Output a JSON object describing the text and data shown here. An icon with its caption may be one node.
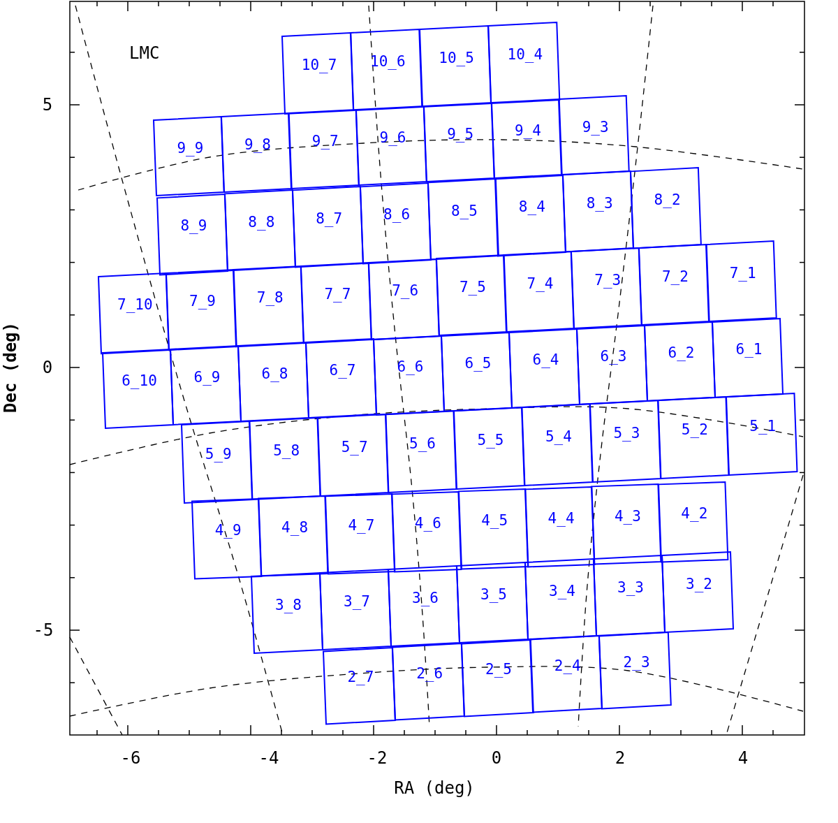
{
  "diagram": {
    "nodes": [
      {
        "text": [
          "10_7"
        ]
      },
      {
        "text": [
          "10_6"
        ]
      },
      {
        "text": [
          "10_5"
        ]
      },
      {
        "text": [
          "10_4"
        ]
      },
      {
        "text": [
          "9_9"
        ]
      },
      {
        "text": [
          "9_8"
        ]
      },
      {
        "text": [
          "9_7"
        ]
      },
      {
        "text": [
          "9_6"
        ]
      },
      {
        "text": [
          "9_5"
        ]
      },
      {
        "text": [
          "9_4"
        ]
      },
      {
        "text": [
          "9_3"
        ]
      },
      {
        "text": [
          "8_9"
        ]
      },
      {
        "text": [
          "8_8"
        ]
      },
      {
        "text": [
          "8_7"
        ]
      },
      {
        "text": [
          "8_6"
        ]
      },
      {
        "text": [
          "8_5"
        ]
      },
      {
        "text": [
          "8_4"
        ]
      },
      {
        "text": [
          "8_3"
        ]
      },
      {
        "text": [
          "8_2"
        ]
      },
      {
        "text": [
          "7_10"
        ]
      },
      {
        "text": [
          "7_9"
        ]
      },
      {
        "text": [
          "7_8"
        ]
      },
      {
        "text": [
          "7_7"
        ]
      },
      {
        "text": [
          "7_6"
        ]
      },
      {
        "text": [
          "7_5"
        ]
      },
      {
        "text": [
          "7_4"
        ]
      },
      {
        "text": [
          "7_3"
        ]
      },
      {
        "text": [
          "7_2"
        ]
      },
      {
        "text": [
          "7_1"
        ]
      },
      {
        "text": [
          "6_10"
        ]
      },
      {
        "text": [
          "6_9"
        ]
      },
      {
        "text": [
          "6_8"
        ]
      },
      {
        "text": [
          "6_7"
        ]
      },
      {
        "text": [
          "6_6"
        ]
      },
      {
        "text": [
          "6_5"
        ]
      },
      {
        "text": [
          "6_4"
        ]
      },
      {
        "text": [
          "6_3"
        ]
      },
      {
        "text": [
          "6_2"
        ]
      },
      {
        "text": [
          "6_1"
        ]
      },
      {
        "text": [
          "5_9"
        ]
      },
      {
        "text": [
          "5_8"
        ]
      },
      {
        "text": [
          "5_7"
        ]
      },
      {
        "text": [
          "5_6"
        ]
      },
      {
        "text": [
          "5_5"
        ]
      },
      {
        "text": [
          "5_4"
        ]
      },
      {
        "text": [
          "5_3"
        ]
      },
      {
        "text": [
          "5_2"
        ]
      },
      {
        "text": [
          "5_1"
        ]
      },
      {
        "text": [
          "4_9"
        ]
      },
      {
        "text": [
          "4_8"
        ]
      },
      {
        "text": [
          "4_7"
        ]
      },
      {
        "text": [
          "4_6"
        ]
      },
      {
        "text": [
          "4_5"
        ]
      },
      {
        "text": [
          "4_4"
        ]
      },
      {
        "text": [
          "4_3"
        ]
      },
      {
        "text": [
          "4_2"
        ]
      },
      {
        "text": [
          "3_8"
        ]
      },
      {
        "text": [
          "3_7"
        ]
      },
      {
        "text": [
          "3_6"
        ]
      },
      {
        "text": [
          "3_5"
        ]
      },
      {
        "text": [
          "3_4"
        ]
      },
      {
        "text": [
          "3_3"
        ]
      },
      {
        "text": [
          "3_2"
        ]
      },
      {
        "text": [
          "2_7"
        ]
      },
      {
        "text": [
          "2_6"
        ]
      },
      {
        "text": [
          "2_5"
        ]
      },
      {
        "text": [
          "2_4"
        ]
      },
      {
        "text": [
          "2_3"
        ]
      }
    ],
    "labels": [
      "LMC",
      "5",
      "0",
      "-5",
      "Dec (deg)",
      "-6",
      "-4",
      "-2",
      "0",
      "2",
      "4",
      "RA (deg)"
    ]
  }
}
